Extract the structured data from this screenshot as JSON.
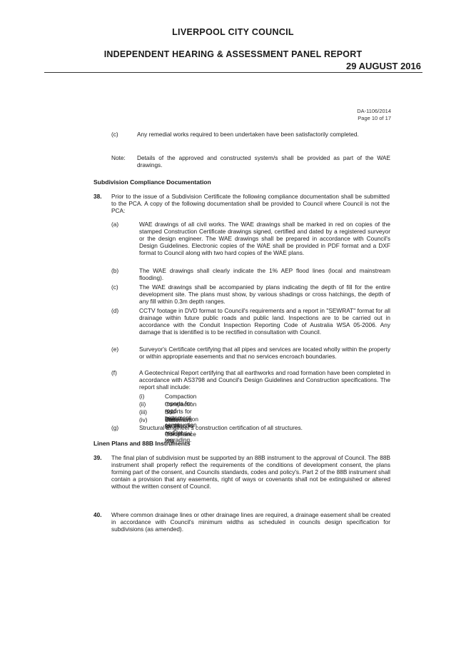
{
  "header": {
    "org": "LIVERPOOL CITY COUNCIL",
    "title": "INDEPENDENT HEARING & ASSESSMENT PANEL REPORT",
    "date": "29 AUGUST 2016"
  },
  "reference": {
    "da_number": "DA-1106/2014",
    "page": "Page 10 of 17"
  },
  "top_items": [
    {
      "label": "(c)",
      "text": "Any remedial works required to been undertaken have been satisfactorily completed."
    },
    {
      "label": "Note:",
      "text": "Details of the approved and constructed system/s shall be provided as part of the WAE drawings."
    }
  ],
  "section1": {
    "heading": "Subdivision Compliance Documentation",
    "clause_number": "38.",
    "clause_text": "Prior to the issue of a Subdivision Certificate the following compliance documentation shall be submitted to the PCA. A copy of the following documentation shall be provided to Council where Council is not the PCA:",
    "items": [
      {
        "label": "(a)",
        "text": "WAE drawings of all civil works. The WAE drawings shall be marked in red on copies of the stamped Construction Certificate drawings signed, certified and dated by a registered surveyor or the design engineer. The WAE drawings shall be prepared in accordance with Council's Design Guidelines. Electronic copies of the WAE shall be provided in PDF format and a DXF format to Council along with two hard copies of the WAE plans."
      },
      {
        "label": "(b)",
        "text": "The WAE drawings shall clearly indicate the 1% AEP flood lines (local and mainstream flooding)."
      },
      {
        "label": "(c)",
        "text": "The WAE drawings shall be accompanied by plans indicating the depth of fill for the entire development site. The plans must show, by various shadings or cross hatchings, the depth of any fill within 0.3m depth ranges."
      },
      {
        "label": "(d)",
        "text": "CCTV footage in DVD format to Council's requirements and a report in \"SEWRAT\" format for all drainage within future public roads and public land. Inspections are to be carried out in accordance with the Conduit Inspection Reporting Code of Australia WSA 05-2006. Any damage that is identified is to be rectified in consultation with Council."
      },
      {
        "label": "(e)",
        "text": "Surveyor's Certificate certifying that all pipes and services are located wholly within the property or within appropriate easements and that no services encroach boundaries."
      },
      {
        "label": "(f)",
        "text": "A Geotechnical Report certifying that all earthworks and road formation have been completed in accordance with AS3798 and Council's Design Guidelines and Construction specifications. The report shall include:"
      },
      {
        "label": "(g)",
        "text": "Structural Engineer's construction certification of all structures."
      }
    ],
    "subitems": [
      {
        "label": "(i)",
        "text": "Compaction reports for road pavement construction"
      },
      {
        "label": "(ii)",
        "text": "Compaction reports for bulk earthworks and lot regrading."
      },
      {
        "label": "(iii)",
        "text": "Soil classification for all residential lots"
      },
      {
        "label": "(iv)",
        "text": "Statement of Compliance"
      }
    ]
  },
  "section2": {
    "heading": "Linen Plans and 88B Instruments",
    "clauses": [
      {
        "number": "39.",
        "text": "The final plan of subdivision must be supported by an 88B instrument to the approval of Council. The 88B instrument shall properly reflect the requirements of the conditions of development consent, the plans forming part of the consent, and Councils standards, codes and policy's. Part 2 of the 88B instrument shall contain a provision that any easements, right of ways or covenants shall not be extinguished or altered without the written consent of Council."
      },
      {
        "number": "40.",
        "text": "Where common drainage lines or other drainage lines are required, a drainage easement shall be created in accordance with Council's minimum widths as scheduled in councils design specification for subdivisions (as amended)."
      }
    ]
  }
}
